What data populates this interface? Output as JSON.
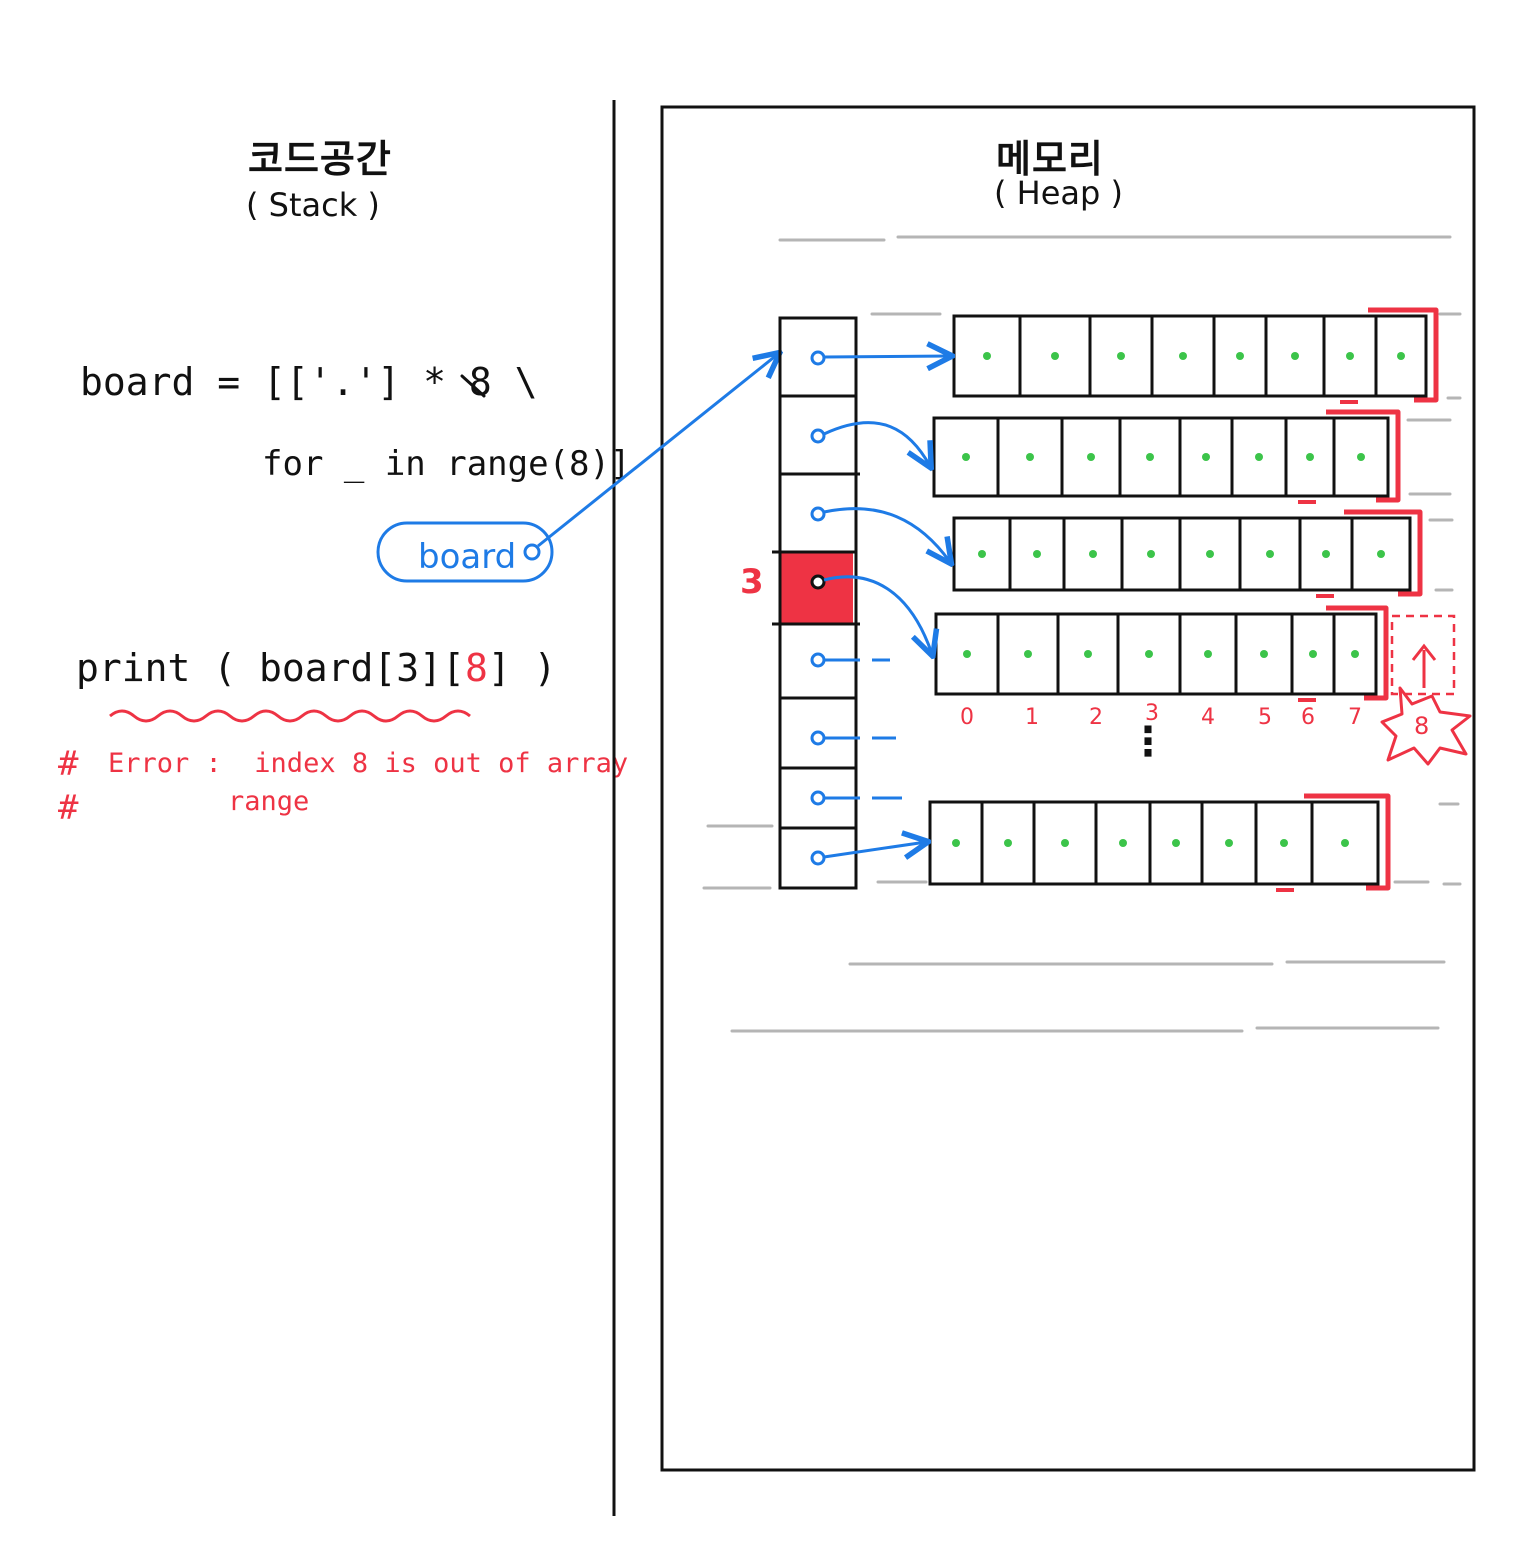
{
  "stack": {
    "title": "코드공간",
    "subtitle": "( Stack )",
    "code_line1": "board = [['.'] * 8 \\",
    "code_line2": "for _ in range(8)]",
    "var_name": "board",
    "print_prefix": "print ( board[3][",
    "print_index": "8",
    "print_suffix": "] )",
    "error_hash1": "#",
    "error_text1": "Error :  index 8 is out of array",
    "error_hash2": "#",
    "error_text2": "range"
  },
  "heap": {
    "title": "메모리",
    "subtitle": "( Heap )",
    "selected_row_label": "3",
    "column_indices": [
      "0",
      "1",
      "2",
      "3",
      "4",
      "5",
      "6",
      "7"
    ],
    "overflow_index": "8",
    "ellipsis": "⋮",
    "row_count": 8,
    "columns_per_row": 8,
    "selected_row": 3
  },
  "colors": {
    "blue": "#1e7be6",
    "red": "#ee3344",
    "green": "#3cc44a",
    "gray": "#b5b5b5"
  }
}
